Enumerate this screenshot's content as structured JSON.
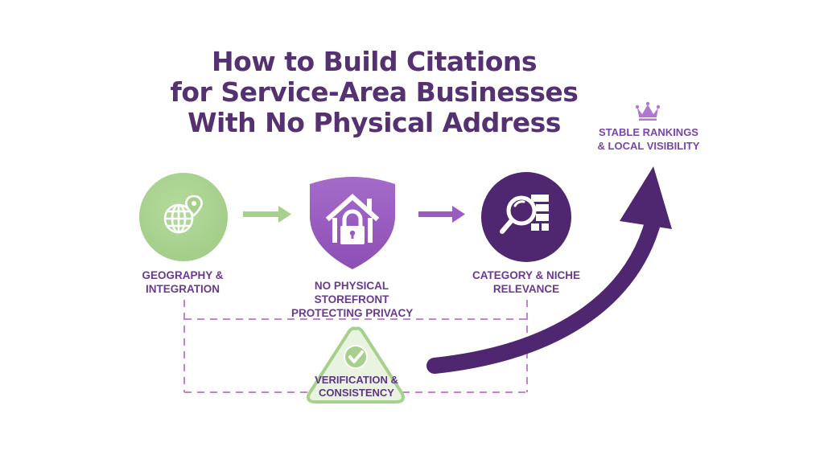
{
  "title": {
    "lines": [
      "How to Build Citations",
      "for Service-Area Businesses",
      "With No Physical Address"
    ]
  },
  "steps": [
    {
      "id": "geography",
      "icon": "globe-pin-icon",
      "lines": [
        "GEOGRAPHY &",
        "INTEGRATION"
      ],
      "color": "#a7d08d"
    },
    {
      "id": "no-storefront",
      "icon": "shield-house-lock-icon",
      "lines": [
        "NO PHYSICAL",
        "STOREFRONT",
        "PROTECTING PRIVACY"
      ],
      "color": "#9a5cc0"
    },
    {
      "id": "category",
      "icon": "magnifier-list-icon",
      "lines": [
        "CATEGORY & NICHE",
        "RELEVANCE"
      ],
      "color": "#4e2770"
    },
    {
      "id": "verification",
      "icon": "check-triangle-icon",
      "lines": [
        "VERIFICATION &",
        "CONSISTENCY"
      ],
      "color": "#b9df9f"
    }
  ],
  "outcome": {
    "icon": "crown-icon",
    "lines": [
      "STABLE RANKINGS",
      "& LOCAL VISIBILITY"
    ]
  },
  "colors": {
    "title": "#553172",
    "label": "#6a3a8e",
    "green": "#a7d08d",
    "light_purple": "#9a5cc0",
    "dark_purple": "#4e2770",
    "dashed": "#c77fd8"
  }
}
